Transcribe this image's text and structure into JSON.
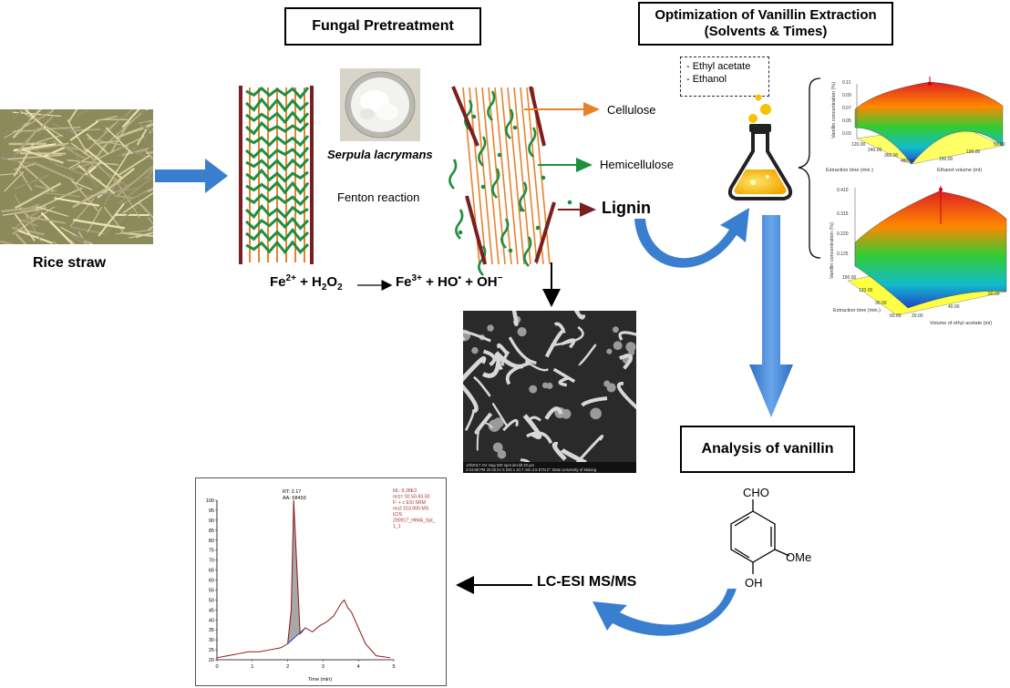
{
  "titles": {
    "fungal_pretreatment": "Fungal Pretreatment",
    "optimization_line1": "Optimization of Vanillin Extraction",
    "optimization_line2": "(Solvents & Times)",
    "analysis": "Analysis of vanillin"
  },
  "labels": {
    "rice_straw": "Rice straw",
    "serpula": "Serpula lacrymans",
    "fenton": "Fenton reaction",
    "cellulose": "Cellulose",
    "hemicellulose": "Hemicellulose",
    "lignin": "Lignin",
    "lcms": "LC-ESI MS/MS"
  },
  "solvents": {
    "item1": "- Ethyl acetate",
    "item2": "- Ethanol"
  },
  "equation": {
    "fe2": "Fe",
    "fe2_sup": "2+",
    "plus1": " + H",
    "h2o2_sub": "2",
    "o2": "O",
    "h2o2_sub2": "2",
    "fe3": "Fe",
    "fe3_sup": "3+",
    "ho": " + HO",
    "ho_sup": "•",
    "oh": " + OH",
    "oh_sup": "−"
  },
  "molecule": {
    "cho": "CHO",
    "ome": "OMe",
    "oh": "OH"
  },
  "surface1": {
    "ylabel": "Vanillin concentration (%)",
    "xlabel": "Extraction time (min.)",
    "zlabel": "Ethanol volume (ml)",
    "yticks": [
      "0.11",
      "0.09",
      "0.07",
      "0.05",
      "0.03"
    ],
    "xticks": [
      "120.00",
      "240.00",
      "360.00",
      "480.00"
    ],
    "zticks": [
      "50.00",
      "100.00",
      "150.00"
    ]
  },
  "surface2": {
    "ylabel": "Vanillin concentration (%)",
    "xlabel": "Extraction time (min.)",
    "zlabel": "Volume of ethyl acetate (ml)",
    "yticks": [
      "0.410",
      "0.315",
      "0.220",
      "0.125"
    ],
    "xticks": [
      "150.00",
      "120.00",
      "90.00",
      "60.00"
    ],
    "zticks": [
      "20.00",
      "40.00",
      "60.00"
    ]
  },
  "sem": {
    "caption": "1/9/2017  HV  mag  WD  spot  det  tilt   20 µm",
    "caption2": "2:04:58 PM 20.00 kV 5 000 x 10.7 mm 4.5 ETD 0°   State University of Malang"
  },
  "chromatogram": {
    "rt": "RT: 2.17",
    "aa": "AA: 68493",
    "info": [
      "NL: 9.28E3",
      "m/z= 92.50-93.50",
      "F: + c ESI SRM",
      "ms2 153.000   MS",
      "ICIS",
      "290917_HIMA_Spl_",
      "1_1"
    ],
    "xlabel": "Time (min)",
    "yticks": [
      "100",
      "95",
      "90",
      "85",
      "80",
      "75",
      "70",
      "65",
      "60",
      "55",
      "50",
      "45",
      "40",
      "35",
      "30",
      "25",
      "20"
    ],
    "xticks": [
      "0",
      "1",
      "2",
      "3",
      "4",
      "5"
    ]
  },
  "chart_data": {
    "type": "line",
    "x": [
      0.0,
      0.3,
      0.6,
      0.9,
      1.2,
      1.5,
      1.8,
      2.0,
      2.1,
      2.17,
      2.25,
      2.35,
      2.5,
      2.7,
      2.9,
      3.1,
      3.3,
      3.5,
      3.6,
      3.7,
      3.8,
      4.0,
      4.2,
      4.5,
      4.9
    ],
    "values": [
      21,
      22,
      23,
      24,
      24,
      25,
      26,
      28,
      45,
      100,
      70,
      33,
      36,
      34,
      37,
      39,
      42,
      48,
      50,
      46,
      44,
      36,
      28,
      22,
      21
    ],
    "xlabel": "Time (min)",
    "xlim": [
      0,
      5
    ],
    "ylim": [
      20,
      100
    ]
  },
  "colors": {
    "arrow_blue": "#3a7fcf",
    "cellulose": "#e8822a",
    "hemicellulose": "#1e8f3f",
    "lignin": "#7a1f1f"
  }
}
